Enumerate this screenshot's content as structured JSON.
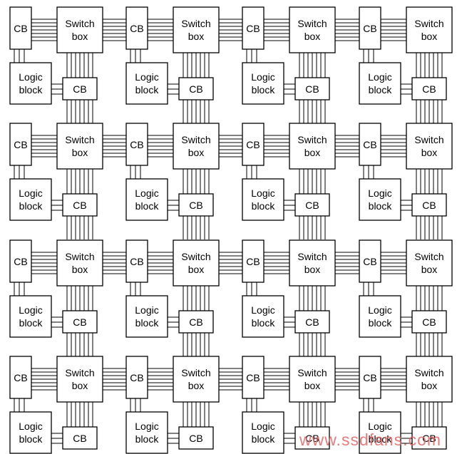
{
  "labels": {
    "connection_block": "CB",
    "switch_box_line1": "Switch",
    "switch_box_line2": "box",
    "logic_block_line1": "Logic",
    "logic_block_line2": "block"
  },
  "grid": {
    "rows": 4,
    "cols": 4
  },
  "watermark": "www.ssdfans.com"
}
